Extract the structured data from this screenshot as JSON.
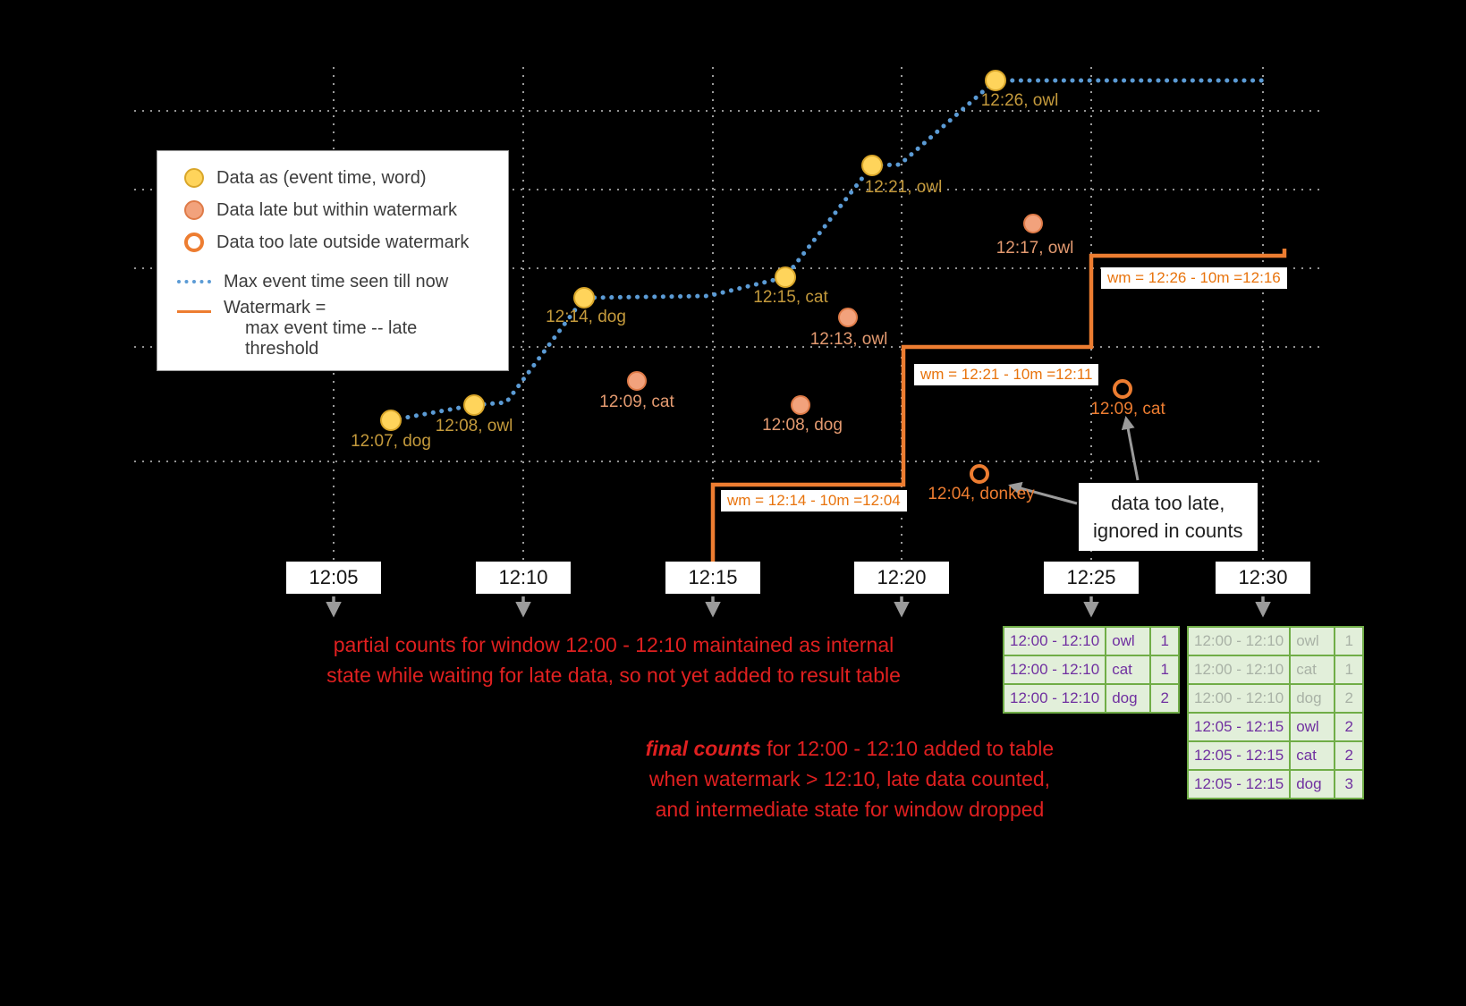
{
  "legend": {
    "item_on_time": "Data as (event time, word)",
    "item_late": "Data late but within watermark",
    "item_too_late": "Data too late outside watermark",
    "item_max_event": "Max event time seen till now",
    "item_watermark_line1": "Watermark =",
    "item_watermark_line2": "max event time -- late threshold"
  },
  "points": {
    "on_time": [
      {
        "label": "12:07, dog"
      },
      {
        "label": "12:08, owl"
      },
      {
        "label": "12:14, dog"
      },
      {
        "label": "12:15, cat"
      },
      {
        "label": "12:21, owl"
      },
      {
        "label": "12:26, owl"
      }
    ],
    "late": [
      {
        "label": "12:09, cat"
      },
      {
        "label": "12:08, dog"
      },
      {
        "label": "12:13, owl"
      },
      {
        "label": "12:17, owl"
      }
    ],
    "too_late": [
      {
        "label": "12:04, donkey"
      },
      {
        "label": "12:09, cat"
      }
    ]
  },
  "watermark_labels": [
    "wm = 12:14 - 10m =12:04",
    "wm = 12:21 - 10m =12:11",
    "wm = 12:26 - 10m =12:16"
  ],
  "axis_ticks": [
    "12:05",
    "12:10",
    "12:15",
    "12:20",
    "12:25",
    "12:30"
  ],
  "annotations": {
    "partial_line1": "partial counts for window 12:00 - 12:10 maintained as internal",
    "partial_line2": "state while waiting for late data, so not yet added  to result table",
    "final_em": "final counts",
    "final_line1_rest": " for 12:00 - 12:10 added to table",
    "final_line2": "when watermark > 12:10, late data counted,",
    "final_line3": "and intermediate state for window dropped",
    "too_late_line1": "data too late,",
    "too_late_line2": "ignored in counts"
  },
  "tables": {
    "result_12_25": {
      "rows": [
        {
          "window": "12:00 - 12:10",
          "word": "owl",
          "count": "1"
        },
        {
          "window": "12:00 - 12:10",
          "word": "cat",
          "count": "1"
        },
        {
          "window": "12:00 - 12:10",
          "word": "dog",
          "count": "2"
        }
      ]
    },
    "result_12_30": {
      "rows": [
        {
          "window": "12:00 - 12:10",
          "word": "owl",
          "count": "1"
        },
        {
          "window": "12:00 - 12:10",
          "word": "cat",
          "count": "1"
        },
        {
          "window": "12:00 - 12:10",
          "word": "dog",
          "count": "2"
        },
        {
          "window": "12:05 - 12:15",
          "word": "owl",
          "count": "2"
        },
        {
          "window": "12:05 - 12:15",
          "word": "cat",
          "count": "2"
        },
        {
          "window": "12:05 - 12:15",
          "word": "dog",
          "count": "3"
        }
      ]
    }
  },
  "colors": {
    "background": "#000000",
    "on_time_point": "#ffd45b",
    "late_point": "#f2a27c",
    "too_late_ring": "#ed7d31",
    "max_event_line": "#5b9bd5",
    "watermark_line": "#ed7d31",
    "annotation_red": "#e02020",
    "table_green": "#70ad47",
    "table_bg": "#e2efda",
    "table_purple": "#7030a0"
  }
}
